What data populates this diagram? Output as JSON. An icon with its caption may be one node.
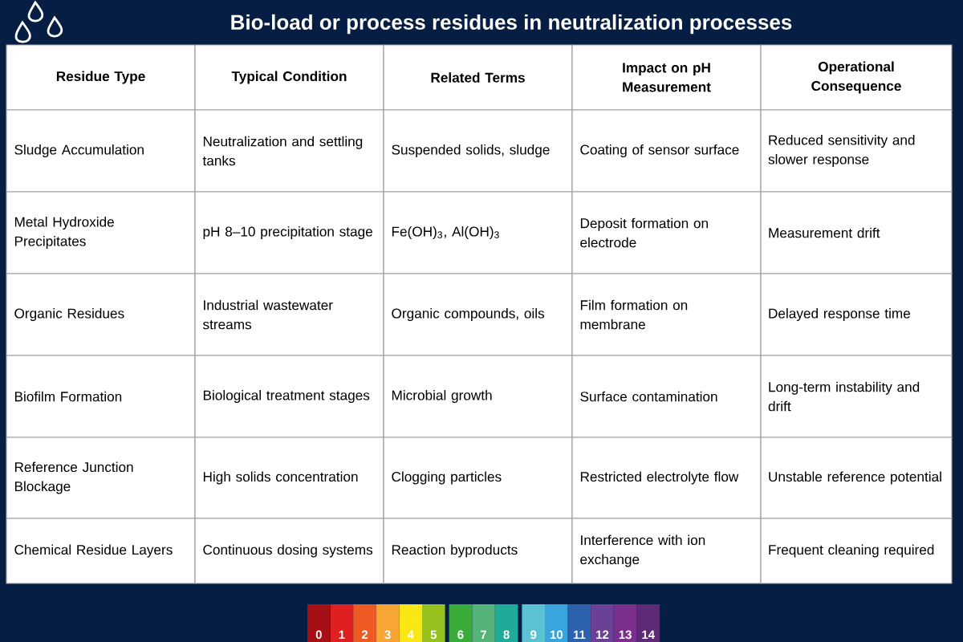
{
  "diagram": {
    "title": "Bio-load or process residues in neutralization processes",
    "labels": [
      "Residue Type",
      "Typical Condition",
      "Related Terms",
      "Impact on pH Measurement",
      "Operational Consequence",
      "Sludge Accumulation",
      "Neutralization and settling tanks",
      "Suspended solids, sludge",
      "Coating of sensor surface",
      "Reduced sensitivity and slower response",
      "Metal Hydroxide Precipitates",
      "pH 8–10 precipitation stage",
      "Fe(OH)$_{3}$, Al(OH)$_{3}$",
      "Deposit formation on electrode",
      "Measurement drift",
      "Organic Residues",
      "Industrial wastewater streams",
      "Organic compounds, oils",
      "Film formation on membrane",
      "Delayed response time",
      "Biofilm Formation",
      "Biological treatment stages",
      "Microbial growth",
      "Surface contamination",
      "Long-term instability and drift",
      "Reference Junction Blockage",
      "High solids concentration",
      "Clogging particles",
      "Restricted electrolyte flow",
      "Unstable reference potential",
      "Chemical Residue Layers",
      "Continuous dosing systems",
      "Reaction byproducts",
      "Interference with ion exchange",
      "Frequent cleaning required",
      "0",
      "1",
      "2",
      "3",
      "4",
      "5",
      "6",
      "7",
      "8",
      "9",
      "10",
      "11",
      "12",
      "13",
      "14"
    ]
  }
}
